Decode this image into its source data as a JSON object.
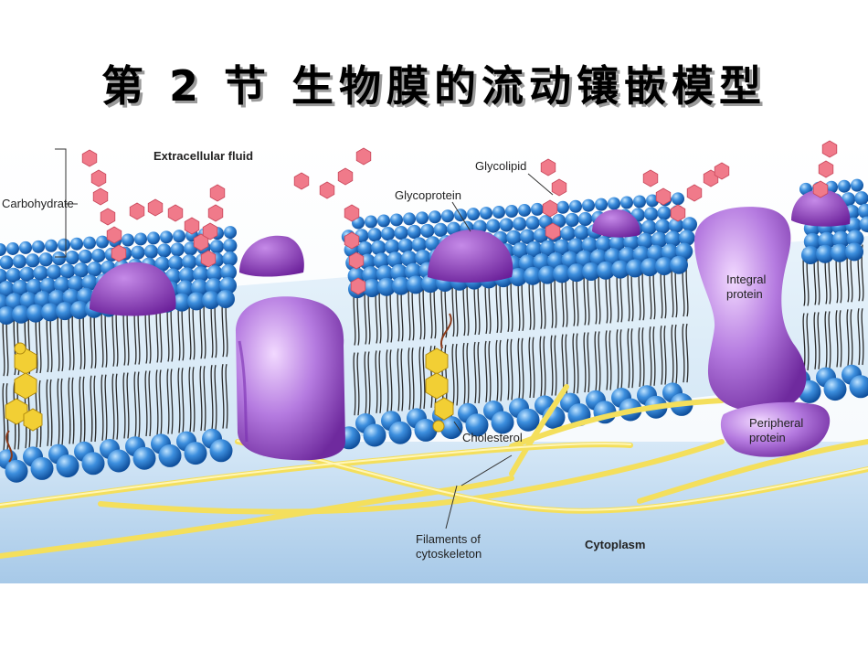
{
  "slide": {
    "title": "第 2 节   生物膜的流动镶嵌模型"
  },
  "diagram": {
    "labels": {
      "extracellular": "Extracellular fluid",
      "carbohydrate": "Carbohydrate",
      "glycoprotein": "Glycoprotein",
      "glycolipid": "Glycolipid",
      "integral_1": "Integral",
      "integral_2": "protein",
      "peripheral_1": "Peripheral",
      "peripheral_2": "protein",
      "cholesterol": "Cholesterol",
      "filaments_1": "Filaments of",
      "filaments_2": "cytoskeleton",
      "cytoplasm": "Cytoplasm"
    },
    "colors": {
      "extracellular_bg": "#ffffff",
      "cytoplasm_bg": "#bcd7ee",
      "phospholipid_head": "#2f7fd0",
      "tail": "#2b2b2b",
      "protein": "#9c4dcc",
      "carbohydrate": "#f07a8a",
      "cholesterol": "#f2cf34",
      "filament": "#f5e36a"
    }
  }
}
